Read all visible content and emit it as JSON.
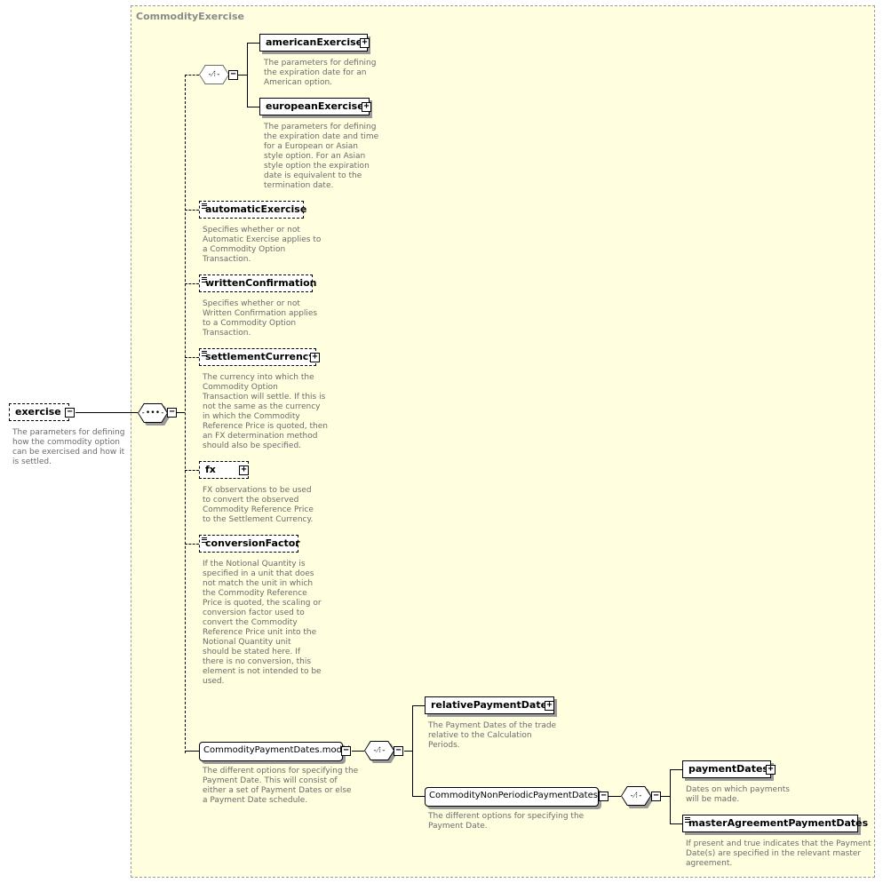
{
  "type_name": "CommodityExercise",
  "root": {
    "name": "exercise",
    "description": "The parameters for defining\nhow the commodity option\ncan be exercised and how it\nis settled."
  },
  "elements": {
    "americanExercise": {
      "name": "americanExercise",
      "description": "The parameters for defining\nthe expiration date for an\nAmerican option."
    },
    "europeanExercise": {
      "name": "europeanExercise",
      "description": "The parameters for defining\nthe expiration date and time\nfor a European or Asian\nstyle option. For an Asian\nstyle option the expiration\ndate is equivalent to the\ntermination date."
    },
    "automaticExercise": {
      "name": "automaticExercise",
      "description": "Specifies whether or not\nAutomatic Exercise applies to\na Commodity Option\nTransaction."
    },
    "writtenConfirmation": {
      "name": "writtenConfirmation",
      "description": "Specifies whether or not\nWritten Confirmation applies\nto a Commodity Option\nTransaction."
    },
    "settlementCurrency": {
      "name": "settlementCurrency",
      "description": "The currency into which the\nCommodity Option\nTransaction will settle. If this is\nnot the same as the currency\nin which the Commodity\nReference Price is quoted, then\nan FX determination method\nshould also be specified."
    },
    "fx": {
      "name": "fx",
      "description": "FX observations to be used\nto convert the observed\nCommodity Reference Price\nto the Settlement Currency."
    },
    "conversionFactor": {
      "name": "conversionFactor",
      "description": "If the Notional Quantity is\nspecified in a unit that does\nnot match the unit in which\nthe Commodity Reference\nPrice is quoted, the scaling or\nconversion factor used to\nconvert the Commodity\nReference Price unit into the\nNotional Quantity unit\nshould be stated here. If\nthere is no conversion, this\nelement is not intended to be\nused."
    },
    "paymentDatesModel": {
      "name": "CommodityPaymentDates.model",
      "description": "The different options for specifying the\nPayment Date. This will consist of\neither a set of Payment Dates or else\na Payment Date schedule."
    },
    "relativePaymentDates": {
      "name": "relativePaymentDates",
      "description": "The Payment Dates of the trade\nrelative to the Calculation\nPeriods."
    },
    "nonPeriodicModel": {
      "name": "CommodityNonPeriodicPaymentDates...",
      "description": "The different options for specifying the\nPayment Date."
    },
    "paymentDates": {
      "name": "paymentDates",
      "description": "Dates on which payments\nwill be made."
    },
    "masterAgreementPaymentDates": {
      "name": "masterAgreementPaymentDates",
      "description": "If present and true indicates that the Payment\nDate(s) are specified in the relevant master\nagreement."
    }
  }
}
